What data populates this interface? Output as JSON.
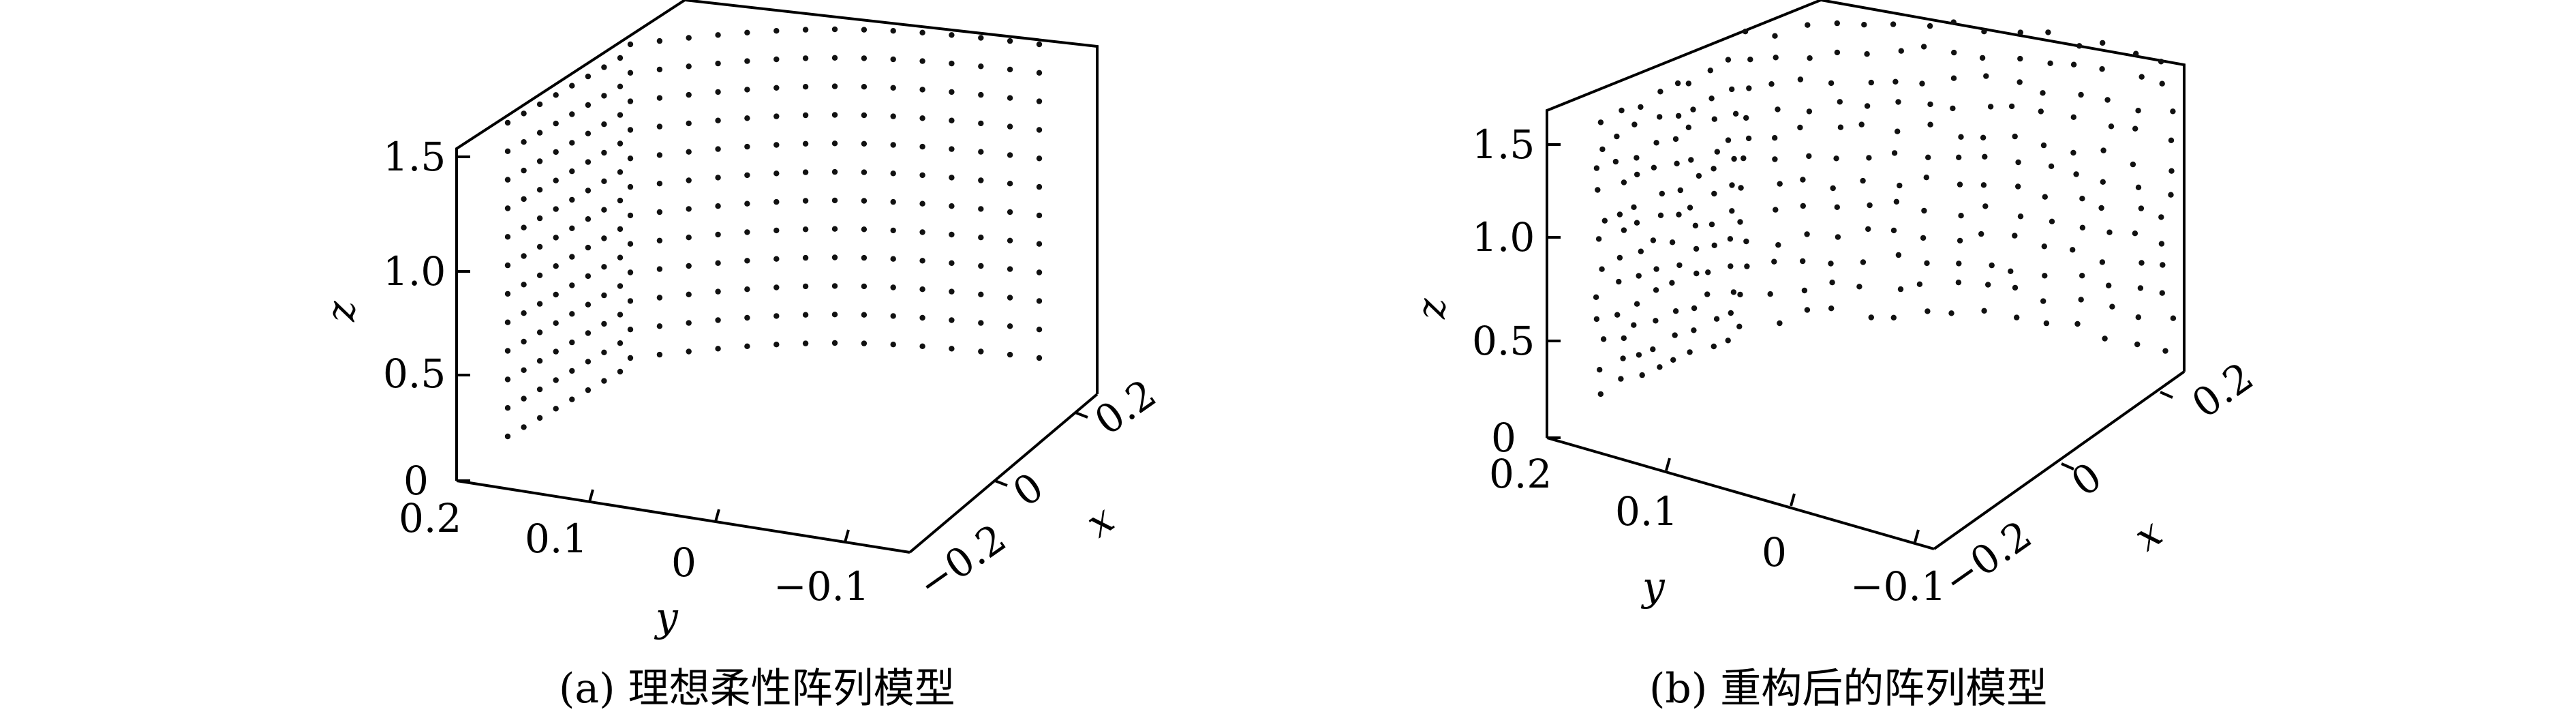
{
  "chart_data": [
    {
      "id": "a",
      "type": "scatter",
      "caption": "(a) 理想柔性阵列模型",
      "zlabel": "z",
      "ylabel": "y",
      "xlabel": "x",
      "z_ticks": [
        "0",
        "0.5",
        "1.0",
        "1.5"
      ],
      "y_ticks": [
        "0.2",
        "0.1",
        "0",
        "−0.1"
      ],
      "x_ticks": [
        "−0.2",
        "0",
        "0.2"
      ],
      "zlim": [
        0,
        1.6
      ],
      "ylim": [
        -0.15,
        0.2
      ],
      "xlim": [
        -0.2,
        0.2
      ],
      "grid": false,
      "series": [
        {
          "face": "left",
          "columns": 8,
          "rows": 12,
          "z_range": [
            0.25,
            1.4
          ]
        },
        {
          "face": "right",
          "columns": 15,
          "rows": 12,
          "z_range": [
            0.25,
            1.4
          ]
        }
      ]
    },
    {
      "id": "b",
      "type": "scatter",
      "caption": "(b) 重构后的阵列模型",
      "zlabel": "z",
      "ylabel": "y",
      "xlabel": "x",
      "z_ticks": [
        "0",
        "0.5",
        "1.0",
        "1.5"
      ],
      "y_ticks": [
        "0.2",
        "0.1",
        "0",
        "−0.1"
      ],
      "x_ticks": [
        "−0.2",
        "0",
        "0.2"
      ],
      "zlim": [
        0,
        1.6
      ],
      "ylim": [
        -0.15,
        0.2
      ],
      "xlim": [
        -0.2,
        0.2
      ],
      "grid": false,
      "series": [
        {
          "face": "left",
          "columns": 8,
          "rows": 12,
          "z_range": [
            0.25,
            1.4
          ]
        },
        {
          "face": "right",
          "columns": 15,
          "rows": 12,
          "z_range": [
            0.25,
            1.4
          ]
        }
      ]
    }
  ]
}
